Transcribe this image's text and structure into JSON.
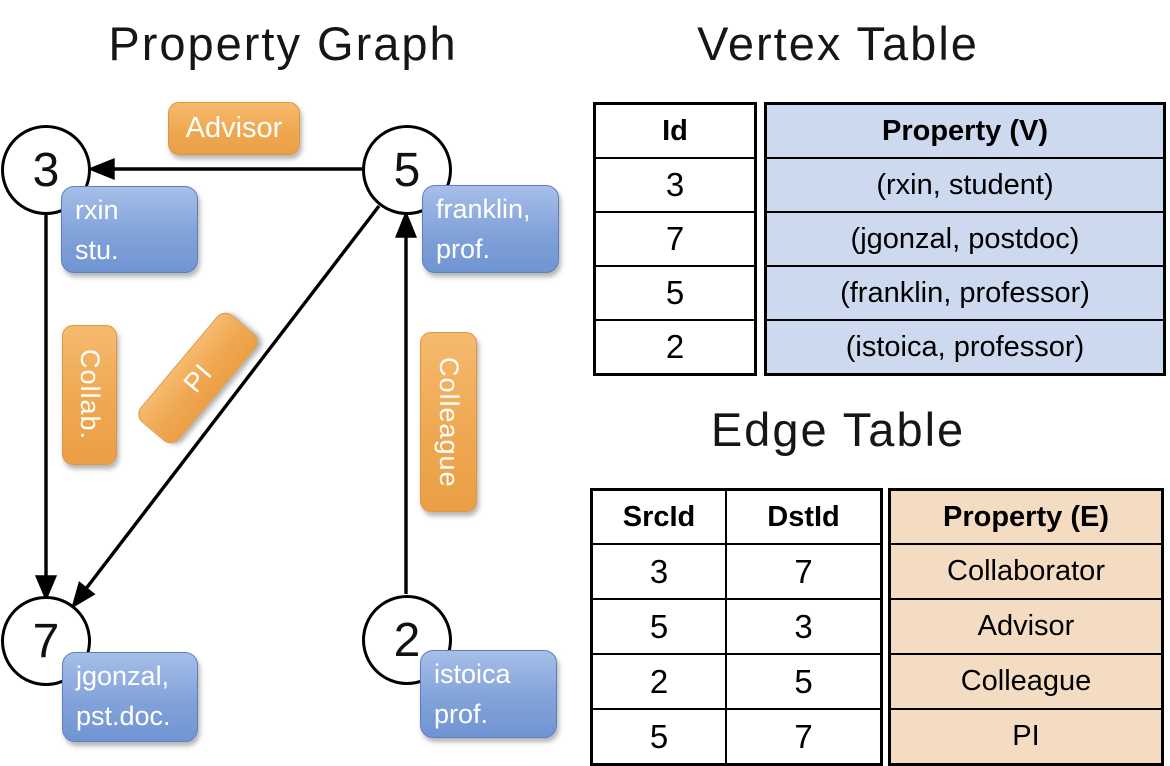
{
  "left_panel": {
    "title": "Property Graph",
    "nodes": {
      "n3": {
        "id": "3",
        "prop_line1": "rxin",
        "prop_line2": "stu."
      },
      "n5": {
        "id": "5",
        "prop_line1": "franklin,",
        "prop_line2": "prof."
      },
      "n7": {
        "id": "7",
        "prop_line1": "jgonzal,",
        "prop_line2": "pst.doc."
      },
      "n2": {
        "id": "2",
        "prop_line1": "istoica",
        "prop_line2": "prof."
      }
    },
    "edge_labels": {
      "advisor": "Advisor",
      "collab": "Collab.",
      "pi": "PI",
      "colleague": "Colleague"
    },
    "edges": [
      {
        "from": "5",
        "to": "3",
        "label": "Advisor"
      },
      {
        "from": "3",
        "to": "7",
        "label": "Collab."
      },
      {
        "from": "5",
        "to": "7",
        "label": "PI"
      },
      {
        "from": "2",
        "to": "5",
        "label": "Colleague"
      }
    ]
  },
  "vertex_table": {
    "title": "Vertex Table",
    "columns": {
      "id": "Id",
      "property": "Property (V)"
    },
    "rows": [
      {
        "id": "3",
        "property": "(rxin, student)"
      },
      {
        "id": "7",
        "property": "(jgonzal, postdoc)"
      },
      {
        "id": "5",
        "property": "(franklin, professor)"
      },
      {
        "id": "2",
        "property": "(istoica, professor)"
      }
    ]
  },
  "edge_table": {
    "title": "Edge Table",
    "columns": {
      "src": "SrcId",
      "dst": "DstId",
      "property": "Property (E)"
    },
    "rows": [
      {
        "src": "3",
        "dst": "7",
        "property": "Collaborator"
      },
      {
        "src": "5",
        "dst": "3",
        "property": "Advisor"
      },
      {
        "src": "2",
        "dst": "5",
        "property": "Colleague"
      },
      {
        "src": "5",
        "dst": "7",
        "property": "PI"
      }
    ]
  },
  "colors": {
    "vertex_box_blue": "#82a2d9",
    "edge_label_orange": "#efa851",
    "vertex_cell_blue": "#cdd9ef",
    "edge_cell_orange": "#f4dcc2",
    "line_black": "#000000"
  }
}
